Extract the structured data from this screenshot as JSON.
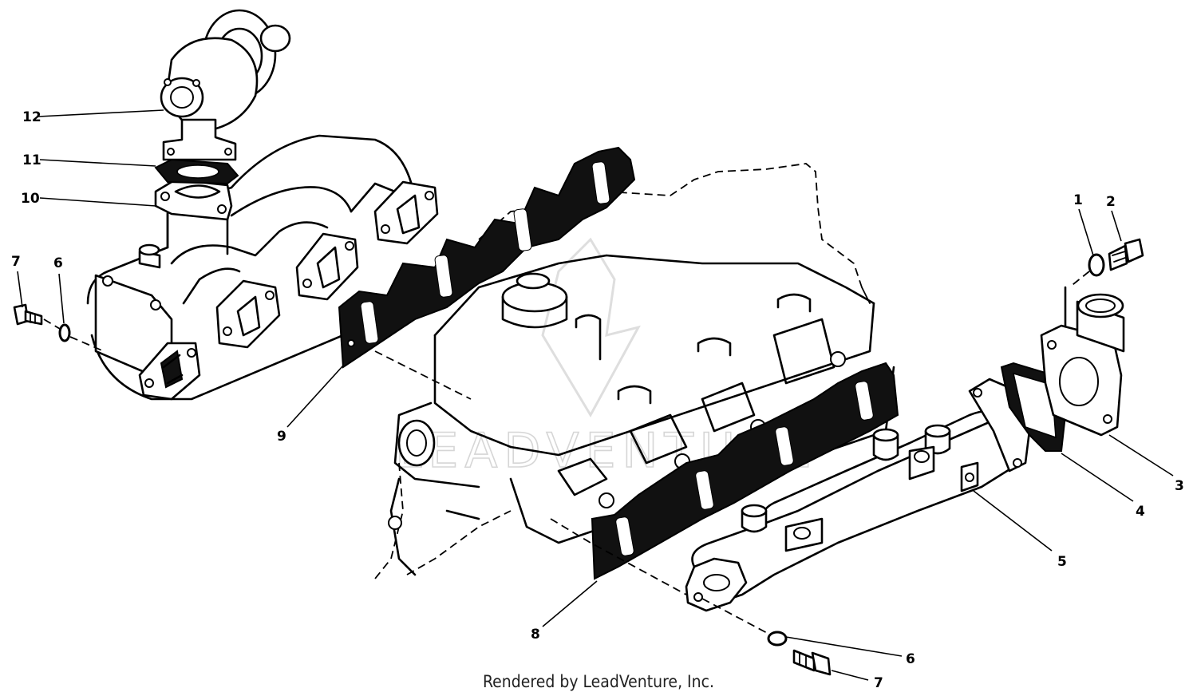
{
  "credit": "Rendered by LeadVenture, Inc.",
  "watermark": "LEADVENTURE",
  "callouts": [
    {
      "id": "12",
      "label": "12"
    },
    {
      "id": "11",
      "label": "11"
    },
    {
      "id": "10",
      "label": "10"
    },
    {
      "id": "7a",
      "label": "7"
    },
    {
      "id": "6a",
      "label": "6"
    },
    {
      "id": "9",
      "label": "9"
    },
    {
      "id": "1",
      "label": "1"
    },
    {
      "id": "2",
      "label": "2"
    },
    {
      "id": "3",
      "label": "3"
    },
    {
      "id": "4",
      "label": "4"
    },
    {
      "id": "5",
      "label": "5"
    },
    {
      "id": "8",
      "label": "8"
    },
    {
      "id": "6b",
      "label": "6"
    },
    {
      "id": "7b",
      "label": "7"
    }
  ]
}
